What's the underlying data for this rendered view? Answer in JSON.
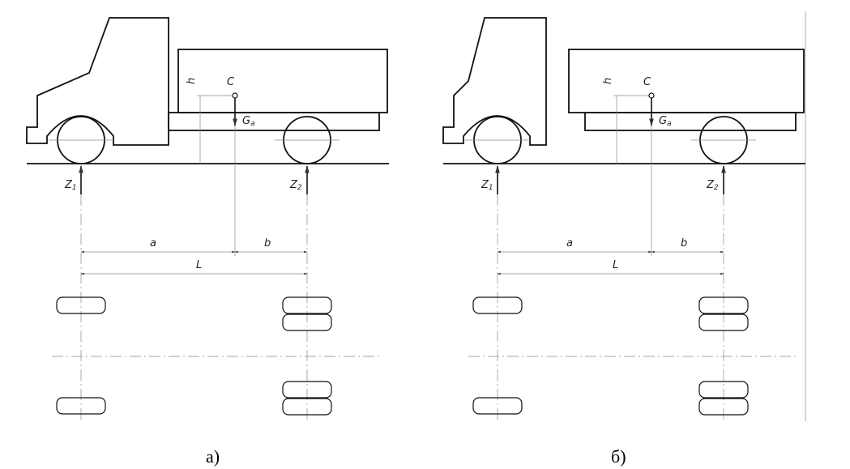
{
  "panels": [
    {
      "id": "a",
      "caption": "а)",
      "labels": {
        "center": "C",
        "height": "h",
        "weight": "G",
        "weight_sub": "a",
        "front_reaction": "Z",
        "front_sub": "1",
        "rear_reaction": "Z",
        "rear_sub": "2",
        "dim_a": "a",
        "dim_b": "b",
        "dim_L": "L"
      },
      "has_wall": false
    },
    {
      "id": "b",
      "caption": "б)",
      "labels": {
        "center": "C",
        "height": "h",
        "weight": "G",
        "weight_sub": "a",
        "front_reaction": "Z",
        "front_sub": "1",
        "rear_reaction": "Z",
        "rear_sub": "2",
        "dim_a": "a",
        "dim_b": "b",
        "dim_L": "L"
      },
      "has_wall": true
    }
  ]
}
